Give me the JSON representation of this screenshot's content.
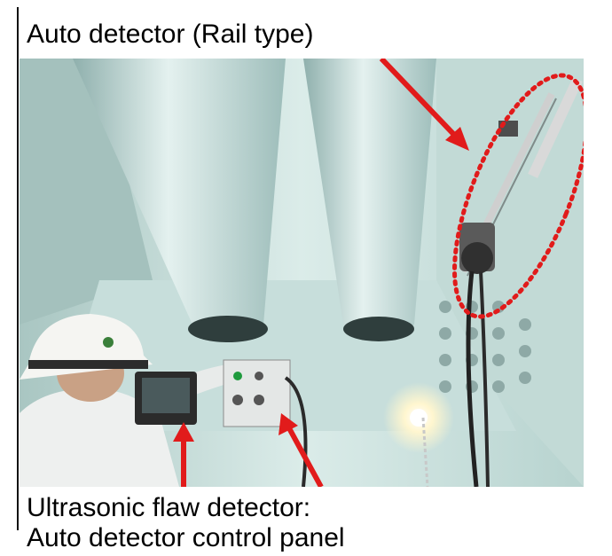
{
  "captions": {
    "top": "Auto detector (Rail type)",
    "bottom_line1": "Ultrasonic flaw detector:",
    "bottom_line2": "Auto detector control panel"
  },
  "colors": {
    "annotation_red": "#e11b1b",
    "wall": "#cfe4e1",
    "pipe": "#b9d6d3"
  }
}
